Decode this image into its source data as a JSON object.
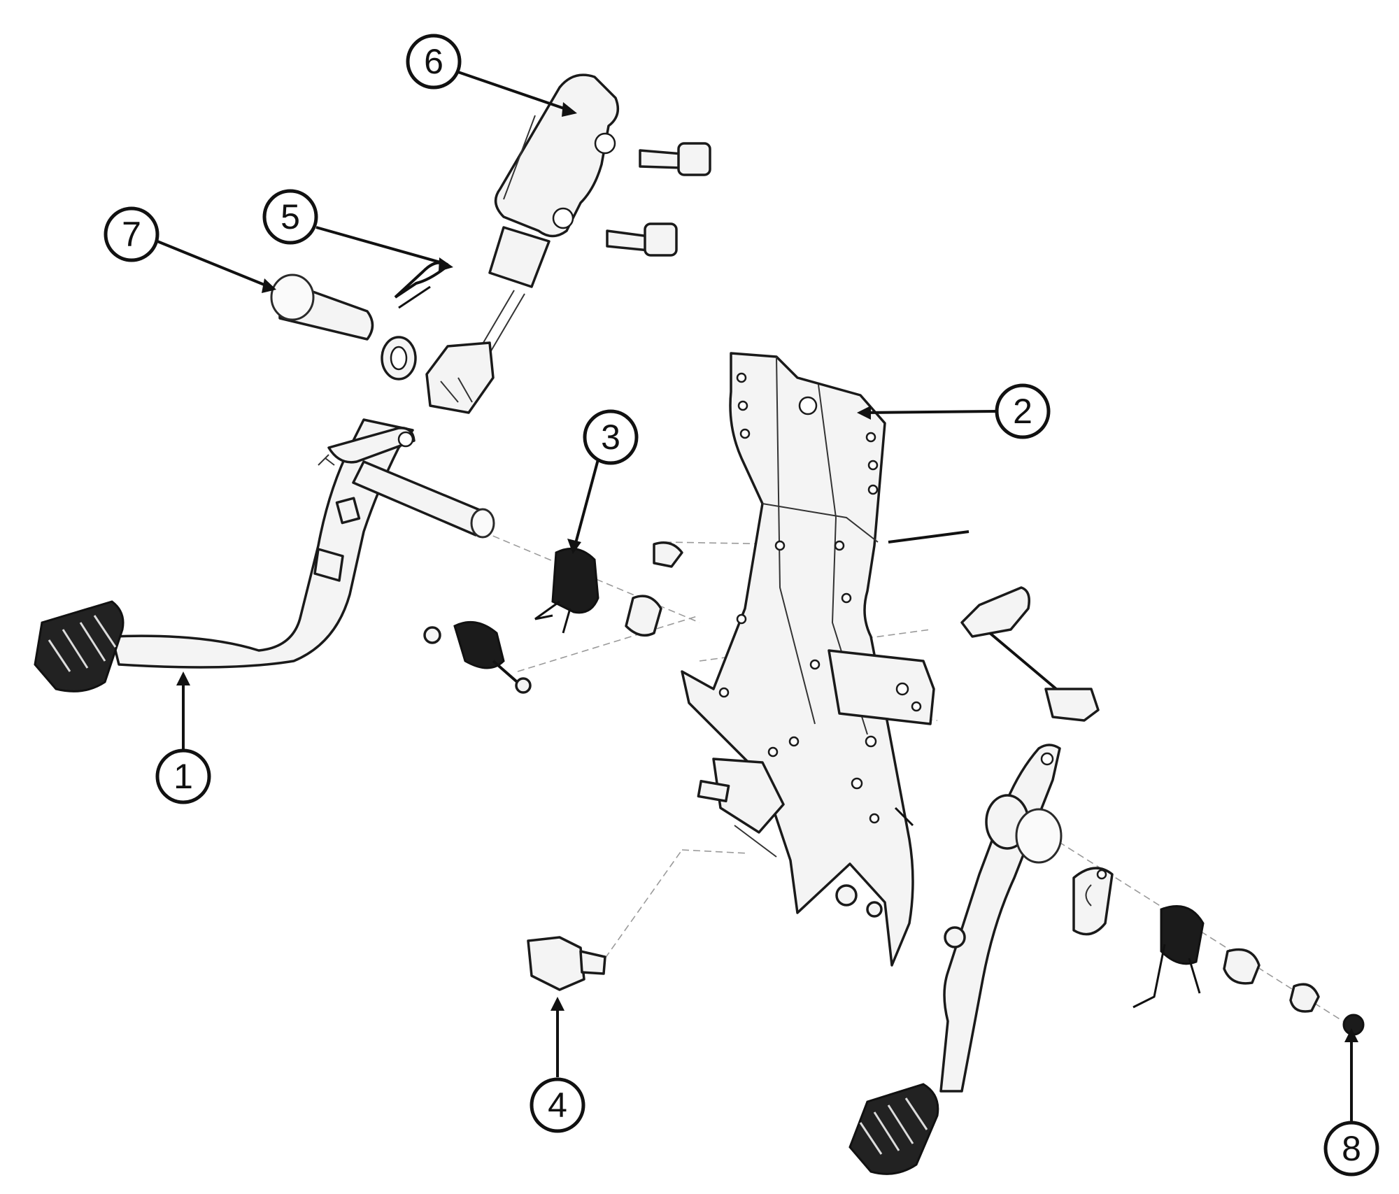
{
  "callouts": [
    {
      "id": "1",
      "label": "1"
    },
    {
      "id": "2",
      "label": "2"
    },
    {
      "id": "3",
      "label": "3"
    },
    {
      "id": "4",
      "label": "4"
    },
    {
      "id": "5",
      "label": "5"
    },
    {
      "id": "6",
      "label": "6"
    },
    {
      "id": "7",
      "label": "7"
    },
    {
      "id": "8",
      "label": "8"
    }
  ],
  "icons": {
    "pedal_clutch": "clutch-pedal-icon",
    "bracket": "pedal-bracket-icon",
    "spring": "return-spring-icon",
    "switch": "stop-switch-icon",
    "master_cylinder": "master-cylinder-icon"
  },
  "colors": {
    "line": "#111111",
    "background": "#ffffff"
  }
}
